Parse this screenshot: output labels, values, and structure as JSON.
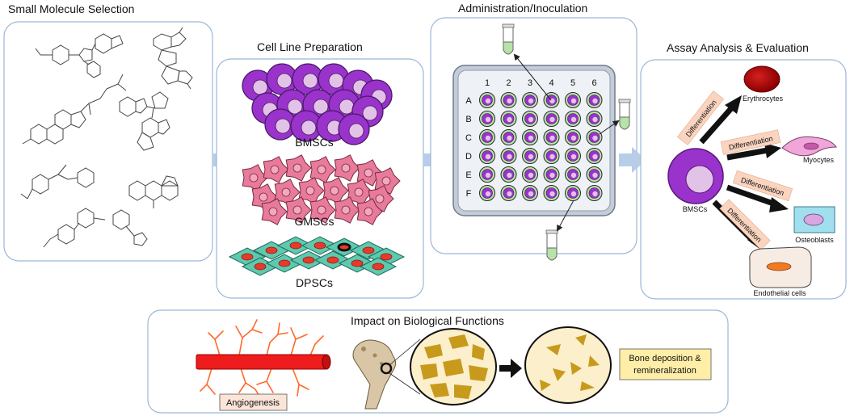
{
  "panels": {
    "molecule": {
      "title": "Small Molecule Selection"
    },
    "cells": {
      "title": "Cell Line Preparation",
      "labels": [
        "BMSCs",
        "GMSCs",
        "DPSCs"
      ]
    },
    "admin": {
      "title": "Administration/Inoculation",
      "columns": [
        "1",
        "2",
        "3",
        "4",
        "5",
        "6"
      ],
      "rows": [
        "A",
        "B",
        "C",
        "D",
        "E",
        "F"
      ]
    },
    "assay": {
      "title": "Assay Analysis & Evaluation",
      "center_label": "BMSCs",
      "arrow_label": "Differentiation",
      "targets": [
        "Erythrocytes",
        "Myocytes",
        "Osteoblasts",
        "Endothelial cells"
      ]
    },
    "impact": {
      "title": "Impact on Biological Functions",
      "angiogenesis": "Angiogenesis",
      "bone_line1": "Bone deposition &",
      "bone_line2": "remineralization"
    }
  },
  "colors": {
    "panel_border": "#9ab8d8",
    "flow_arrow": "#b7cde8",
    "bmsc_purple": "#9933cc",
    "gmsc_pink": "#e87a9a",
    "dpsc_teal": "#5fc9b0",
    "well_green": "#b7e3a8",
    "label_peach": "#fbd4c0",
    "bone_gold": "#c89a1c"
  }
}
